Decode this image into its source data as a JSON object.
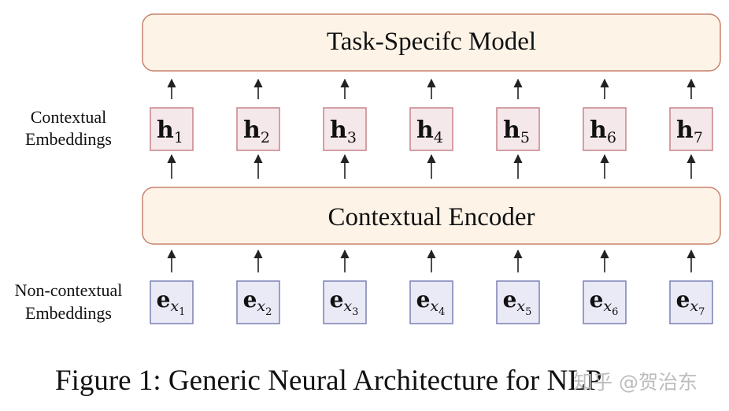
{
  "top_model": {
    "label": "Task-Specifc Model"
  },
  "encoder": {
    "label": "Contextual Encoder"
  },
  "row_labels": {
    "contextual": [
      "Contextual",
      "Embeddings"
    ],
    "noncontextual": [
      "Non-contextual",
      "Embeddings"
    ]
  },
  "contextual_embeddings": [
    {
      "base": "h",
      "sub": "1"
    },
    {
      "base": "h",
      "sub": "2"
    },
    {
      "base": "h",
      "sub": "3"
    },
    {
      "base": "h",
      "sub": "4"
    },
    {
      "base": "h",
      "sub": "5"
    },
    {
      "base": "h",
      "sub": "6"
    },
    {
      "base": "h",
      "sub": "7"
    }
  ],
  "noncontextual_embeddings": [
    {
      "base": "e",
      "sub": "x",
      "subsub": "1"
    },
    {
      "base": "e",
      "sub": "x",
      "subsub": "2"
    },
    {
      "base": "e",
      "sub": "x",
      "subsub": "3"
    },
    {
      "base": "e",
      "sub": "x",
      "subsub": "4"
    },
    {
      "base": "e",
      "sub": "x",
      "subsub": "5"
    },
    {
      "base": "e",
      "sub": "x",
      "subsub": "6"
    },
    {
      "base": "e",
      "sub": "x",
      "subsub": "7"
    }
  ],
  "caption": "Figure 1: Generic Neural Architecture for NLP",
  "watermark": "知乎 @贺治东",
  "colors": {
    "block_fill": "#fdf3e7",
    "block_stroke": "#c8826c",
    "h_fill": "#f5e8ea",
    "h_stroke": "#c9838b",
    "e_fill": "#e9eaf6",
    "e_stroke": "#7c80b4",
    "arrow": "#222222"
  }
}
